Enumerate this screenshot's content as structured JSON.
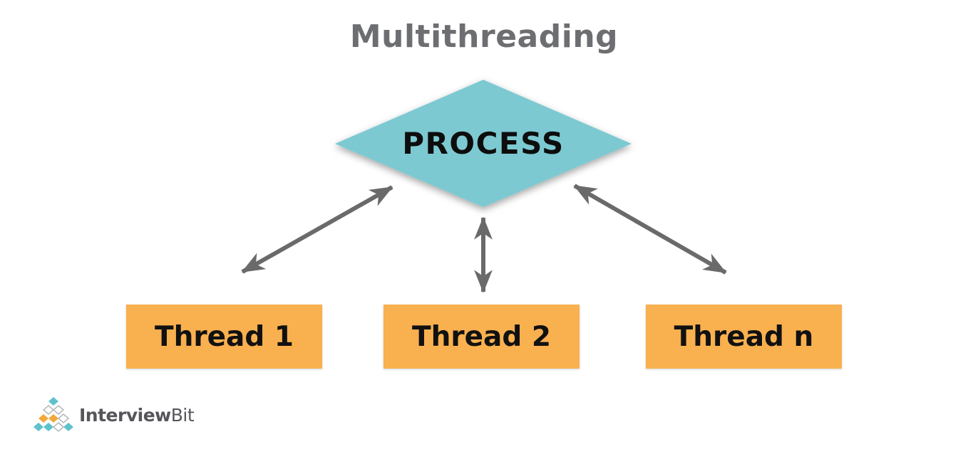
{
  "page": {
    "title": "Multithreading",
    "background": "#ffffff"
  },
  "diagram": {
    "process": {
      "label": "PROCESS",
      "shape": "diamond",
      "fill": "#7dc9d2"
    },
    "threads": [
      {
        "label": "Thread 1"
      },
      {
        "label": "Thread 2"
      },
      {
        "label": "Thread n"
      }
    ],
    "thread_fill": "#f9b04f",
    "arrow_color": "#6a6a6a",
    "arrows": [
      {
        "from": "process",
        "to": "thread-1",
        "bidirectional": true
      },
      {
        "from": "process",
        "to": "thread-2",
        "bidirectional": true
      },
      {
        "from": "process",
        "to": "thread-n",
        "bidirectional": true
      }
    ]
  },
  "logo": {
    "brand_primary": "Interview",
    "brand_secondary": "Bit",
    "colors": {
      "teal": "#5fc2cb",
      "orange": "#f2a93b",
      "white": "#ffffff",
      "outline": "#a6a8ab",
      "text": "#55565a"
    }
  },
  "colors": {
    "title": "#6d6e71",
    "label_text": "#0d0d0d"
  }
}
